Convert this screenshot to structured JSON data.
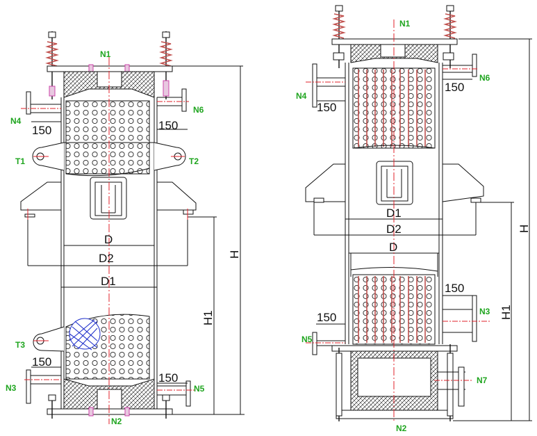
{
  "colors": {
    "line": "#111111",
    "centerline": "#e0202a",
    "label": "#1fa51f",
    "coil": "#c0504d",
    "mesh": "#2233cc",
    "bolt": "#cc44aa"
  },
  "left_drawing": {
    "nozzles": {
      "n1": "N1",
      "n2": "N2",
      "n3": "N3",
      "n4": "N4",
      "n5": "N5",
      "n6": "N6"
    },
    "lugs": {
      "t1": "T1",
      "t2": "T2",
      "t3": "T3"
    },
    "dims": {
      "d": "D",
      "d1": "D1",
      "d2": "D2",
      "h": "H",
      "h1": "H1",
      "w1": "150",
      "w2": "150",
      "w3": "150",
      "w4": "150"
    }
  },
  "right_drawing": {
    "nozzles": {
      "n1": "N1",
      "n2": "N2",
      "n3": "N3",
      "n4": "N4",
      "n5": "N5",
      "n6": "N6",
      "n7": "N7"
    },
    "dims": {
      "d": "D",
      "d1": "D1",
      "d2": "D2",
      "h": "H",
      "h1": "H1",
      "w1": "150",
      "w2": "150",
      "w3": "150",
      "w4": "150"
    }
  }
}
